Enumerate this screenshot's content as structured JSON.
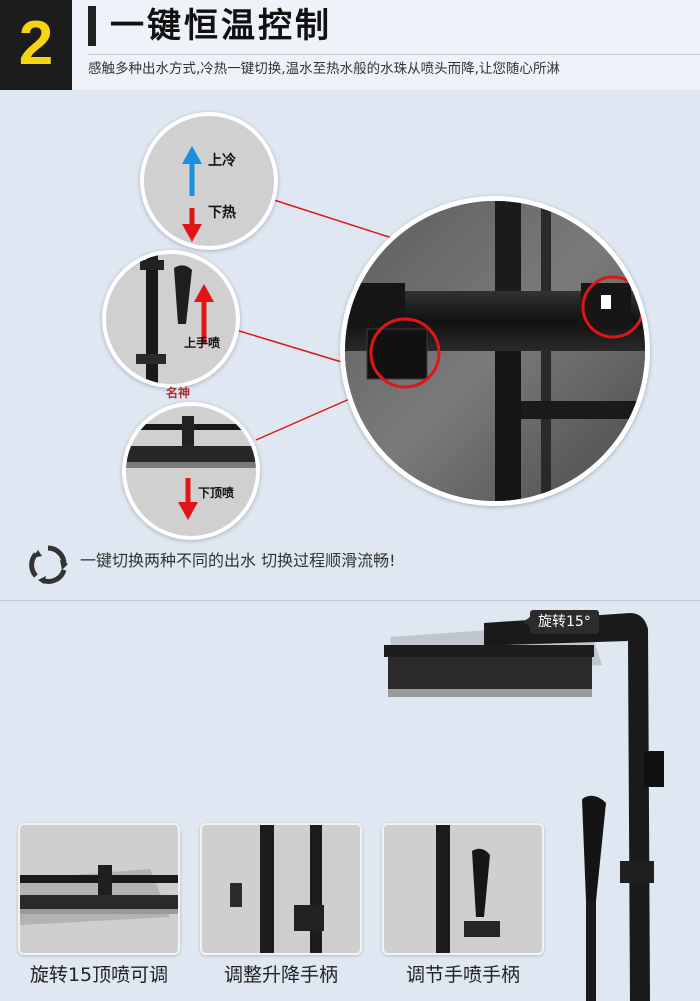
{
  "header": {
    "number": "2",
    "title": "一键恒温控制",
    "subtitle": "感触多种出水方式,冷热一键切换,温水至热水般的水珠从喷头而降,让您随心所淋"
  },
  "callouts": {
    "cold": "上冷",
    "hot": "下热",
    "hand_up": "上手喷",
    "top_down": "下顶喷",
    "brand": "名神"
  },
  "note": "一键切换两种不同的出水 切换过程顺滑流畅!",
  "rotation_tag": "旋转15°",
  "features": [
    {
      "label": "旋转15顶喷可调"
    },
    {
      "label": "调整升降手柄"
    },
    {
      "label": "调节手喷手柄"
    }
  ],
  "colors": {
    "badge_number": "#f7d411",
    "arrow_up_cold": "#1a8fe0",
    "arrow_red": "#e01616",
    "connector": "#e01616"
  }
}
